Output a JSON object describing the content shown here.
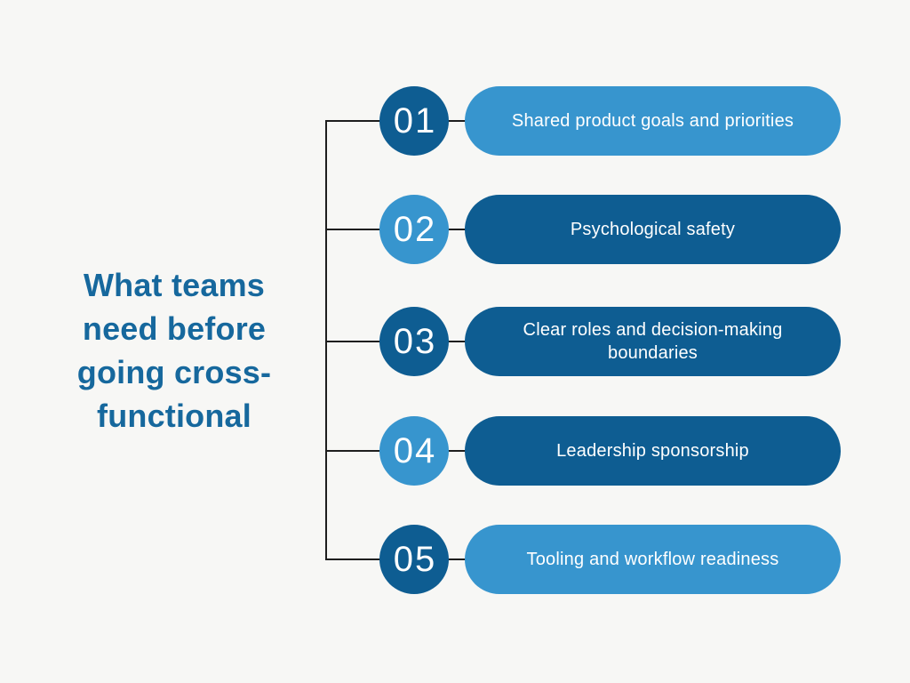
{
  "title": {
    "text": "What teams need before going cross-functional"
  },
  "colors": {
    "dark_blue": "#0e5d92",
    "light_blue": "#3795ce",
    "connector_line": "#1e1e1e",
    "title_text": "#16689d",
    "background": "#f7f7f5",
    "text_on_fill": "#ffffff"
  },
  "diagram": {
    "items": [
      {
        "number": "01",
        "label": "Shared product goals and priorities",
        "circle_style": "dark",
        "pill_style": "light"
      },
      {
        "number": "02",
        "label": "Psychological safety",
        "circle_style": "light",
        "pill_style": "dark"
      },
      {
        "number": "03",
        "label": "Clear roles and decision-making boundaries",
        "circle_style": "dark",
        "pill_style": "dark"
      },
      {
        "number": "04",
        "label": "Leadership sponsorship",
        "circle_style": "light",
        "pill_style": "dark"
      },
      {
        "number": "05",
        "label": "Tooling and workflow readiness",
        "circle_style": "dark",
        "pill_style": "light"
      }
    ]
  }
}
